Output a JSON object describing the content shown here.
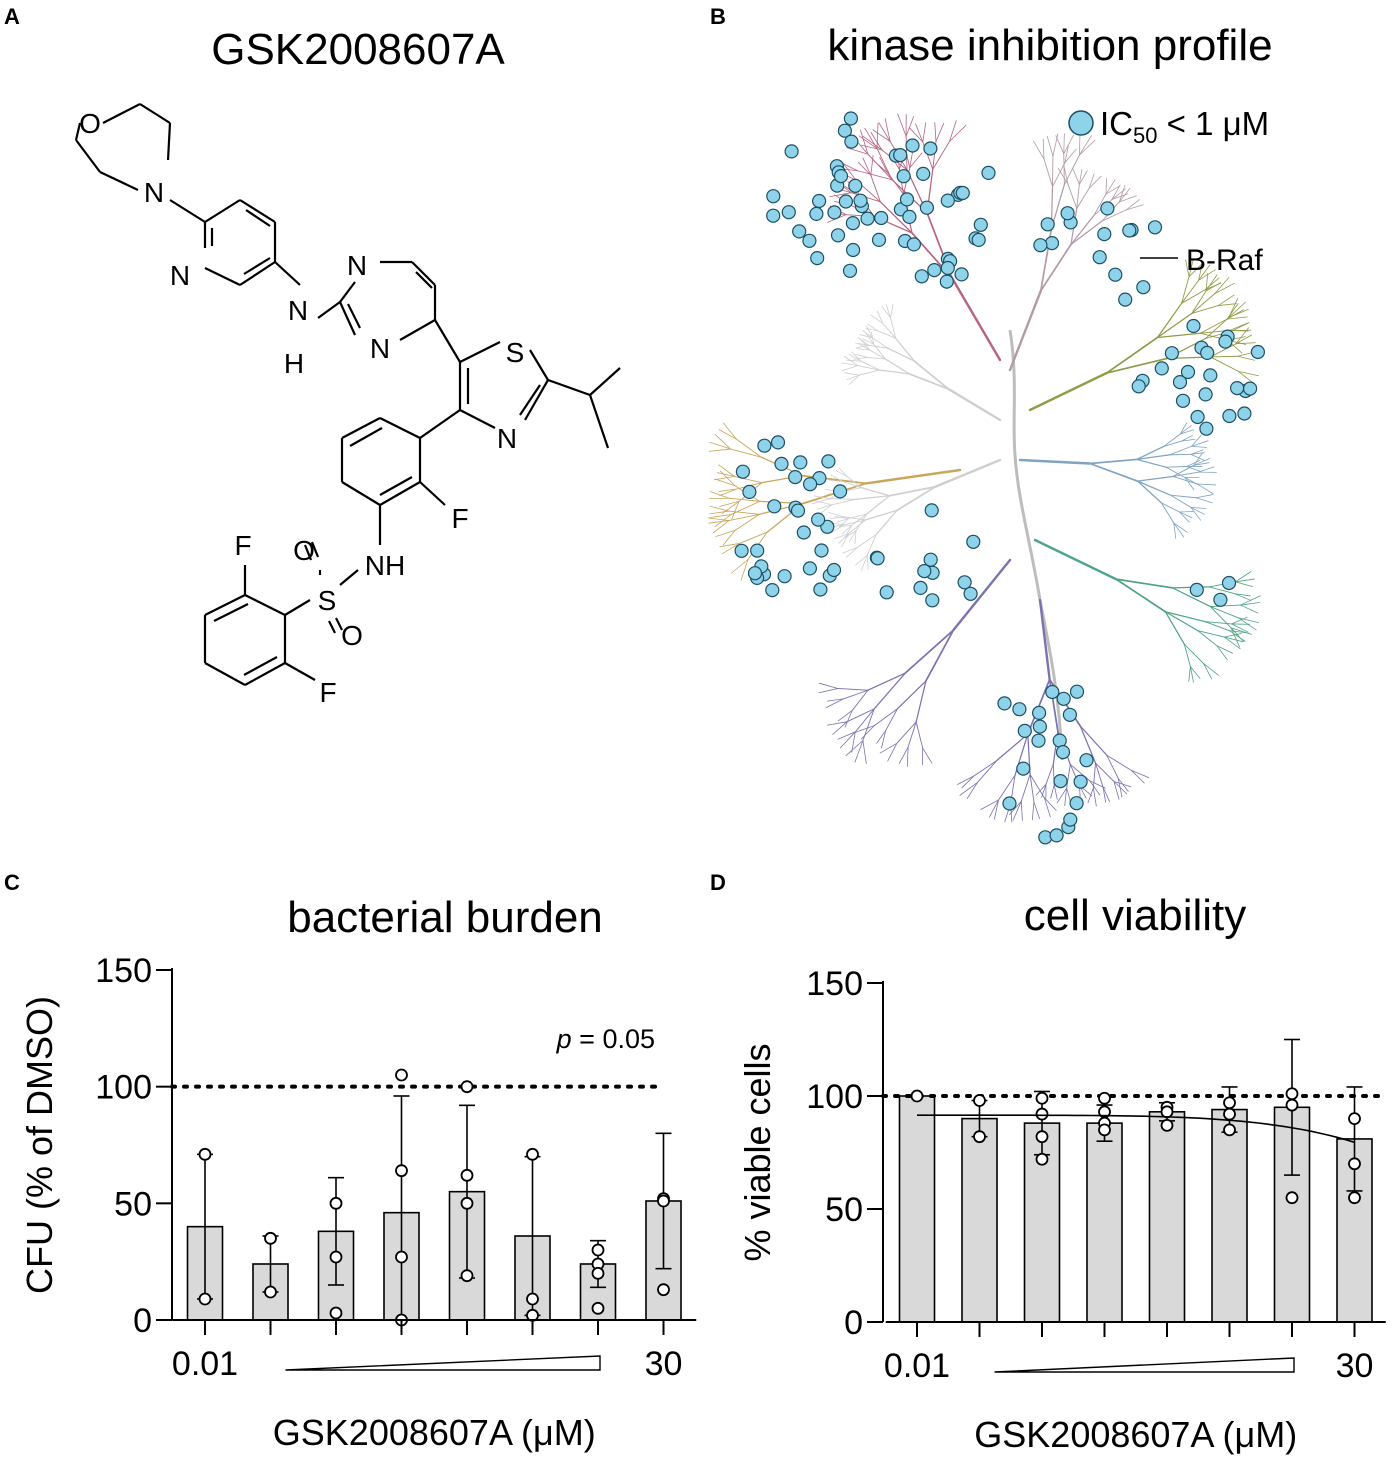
{
  "panels": {
    "a": {
      "letter": "A",
      "title": "GSK2008607A"
    },
    "b": {
      "letter": "B",
      "title": "kinase inhibition profile",
      "legend_prefix": "IC",
      "legend_sub": "50",
      "legend_suffix": " < 1 μM",
      "kinase_label": "B-Raf"
    },
    "c": {
      "letter": "C"
    },
    "d": {
      "letter": "D"
    }
  },
  "molecule": {
    "atoms": {
      "o": "O",
      "n_morph": "N",
      "n_pyr": "N",
      "nh_link_n": "N",
      "nh_link_h": "H",
      "n_pym1": "N",
      "n_pym2": "N",
      "s": "S",
      "n_thz": "N",
      "f1": "F",
      "nh2": "NH",
      "o_s1": "O",
      "s_s": "S",
      "o_s2": "O",
      "f2": "F",
      "f3": "F"
    }
  },
  "colors": {
    "bar": "#d9d9d9",
    "dot": "#8fd3ea",
    "clade_pink": "#b5657f",
    "clade_mauve": "#b39aa6",
    "clade_olive": "#8f9b45",
    "clade_blue": "#7fa3c0",
    "clade_teal": "#4fa482",
    "clade_purple": "#7a73b0",
    "clade_gold": "#c8a65a",
    "clade_grey": "#cfcfcf"
  },
  "chart_data": [
    {
      "type": "bar",
      "title": "bacterial burden",
      "xlabel": "GSK2008607A (μM)",
      "ylabel": "CFU  (% of DMSO)",
      "ylim": [
        0,
        150
      ],
      "yticks": [
        0,
        50,
        100,
        150
      ],
      "x_tick_labels": [
        "0.01",
        "30"
      ],
      "reference_line": 100,
      "annotation_p": "p",
      "annotation_rest": " = 0.05",
      "bars": [
        {
          "mean": 40,
          "sd": 31,
          "points": [
            71,
            9
          ]
        },
        {
          "mean": 24,
          "sd": 12,
          "points": [
            35,
            12
          ]
        },
        {
          "mean": 38,
          "sd": 23,
          "points": [
            50,
            27,
            3
          ]
        },
        {
          "mean": 46,
          "sd": 50,
          "points": [
            105,
            64,
            27,
            0
          ]
        },
        {
          "mean": 55,
          "sd": 37,
          "points": [
            100,
            62,
            50,
            19
          ]
        },
        {
          "mean": 36,
          "sd": 34,
          "points": [
            71,
            9,
            2
          ]
        },
        {
          "mean": 24,
          "sd": 10,
          "points": [
            30,
            24,
            20,
            5
          ]
        },
        {
          "mean": 51,
          "sd": 29,
          "points": [
            52,
            51,
            13
          ]
        }
      ]
    },
    {
      "type": "bar",
      "title": "cell viability",
      "xlabel": "GSK2008607A (μM)",
      "ylabel": "% viable cells",
      "ylim": [
        0,
        150
      ],
      "yticks": [
        0,
        50,
        100,
        150
      ],
      "x_tick_labels": [
        "0.01",
        "30"
      ],
      "reference_line": 100,
      "fit_curve": true,
      "bars": [
        {
          "mean": 100,
          "sd": 0,
          "points": [
            100
          ]
        },
        {
          "mean": 90,
          "sd": 8,
          "points": [
            98,
            82
          ]
        },
        {
          "mean": 88,
          "sd": 14,
          "points": [
            99,
            92,
            82,
            72
          ]
        },
        {
          "mean": 88,
          "sd": 8,
          "points": [
            99,
            93,
            88,
            85
          ]
        },
        {
          "mean": 93,
          "sd": 4,
          "points": [
            95,
            93,
            87
          ]
        },
        {
          "mean": 94,
          "sd": 10,
          "points": [
            97,
            92,
            85
          ]
        },
        {
          "mean": 95,
          "sd": 30,
          "points": [
            101,
            96,
            55
          ]
        },
        {
          "mean": 81,
          "sd": 23,
          "points": [
            90,
            70,
            55
          ]
        }
      ]
    }
  ]
}
